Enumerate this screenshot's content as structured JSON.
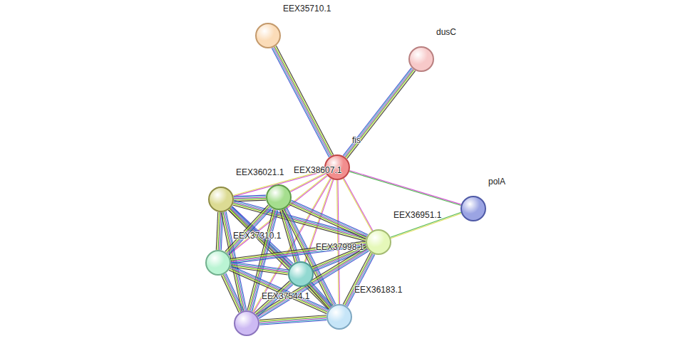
{
  "diagram": {
    "nodes": [
      {
        "text": [
          "EEX35710.1"
        ]
      },
      {
        "text": [
          "dusC"
        ]
      },
      {
        "text": [
          "fis"
        ]
      },
      {
        "text": [
          "EEX36021.1"
        ]
      },
      {
        "text": [
          "EEX38607.1"
        ]
      },
      {
        "text": [
          "polA"
        ]
      },
      {
        "text": [
          "EEX36951.1"
        ]
      },
      {
        "text": [
          "EEX37310.1"
        ]
      },
      {
        "text": [
          "EEX37998.1"
        ]
      },
      {
        "text": [
          "EEX36183.1"
        ]
      },
      {
        "text": [
          "EEX37544.1"
        ]
      }
    ],
    "edges": [
      {
        "from": 2,
        "to": 0,
        "arrow": "none"
      },
      {
        "from": 2,
        "to": 1,
        "arrow": "none"
      },
      {
        "from": 2,
        "to": 5,
        "arrow": "none"
      },
      {
        "from": 2,
        "to": 3,
        "arrow": "none"
      },
      {
        "from": 2,
        "to": 4,
        "arrow": "none"
      },
      {
        "from": 2,
        "to": 6,
        "arrow": "none"
      },
      {
        "from": 2,
        "to": 7,
        "arrow": "none"
      },
      {
        "from": 2,
        "to": 8,
        "arrow": "none"
      },
      {
        "from": 2,
        "to": 9,
        "arrow": "none"
      },
      {
        "from": 2,
        "to": 10,
        "arrow": "none"
      },
      {
        "from": 5,
        "to": 6,
        "arrow": "none"
      },
      {
        "from": 3,
        "to": 4,
        "arrow": "none"
      },
      {
        "from": 3,
        "to": 6,
        "arrow": "none"
      },
      {
        "from": 3,
        "to": 7,
        "arrow": "none"
      },
      {
        "from": 3,
        "to": 8,
        "arrow": "none"
      },
      {
        "from": 3,
        "to": 9,
        "arrow": "none"
      },
      {
        "from": 3,
        "to": 10,
        "arrow": "none"
      },
      {
        "from": 4,
        "to": 6,
        "arrow": "none"
      },
      {
        "from": 4,
        "to": 7,
        "arrow": "none"
      },
      {
        "from": 4,
        "to": 8,
        "arrow": "none"
      },
      {
        "from": 4,
        "to": 9,
        "arrow": "none"
      },
      {
        "from": 4,
        "to": 10,
        "arrow": "none"
      },
      {
        "from": 6,
        "to": 7,
        "arrow": "none"
      },
      {
        "from": 6,
        "to": 8,
        "arrow": "none"
      },
      {
        "from": 6,
        "to": 9,
        "arrow": "none"
      },
      {
        "from": 6,
        "to": 10,
        "arrow": "none"
      },
      {
        "from": 7,
        "to": 8,
        "arrow": "none"
      },
      {
        "from": 7,
        "to": 9,
        "arrow": "none"
      },
      {
        "from": 7,
        "to": 10,
        "arrow": "none"
      },
      {
        "from": 8,
        "to": 9,
        "arrow": "none"
      },
      {
        "from": 8,
        "to": 10,
        "arrow": "none"
      },
      {
        "from": 9,
        "to": 10,
        "arrow": "none"
      }
    ]
  }
}
